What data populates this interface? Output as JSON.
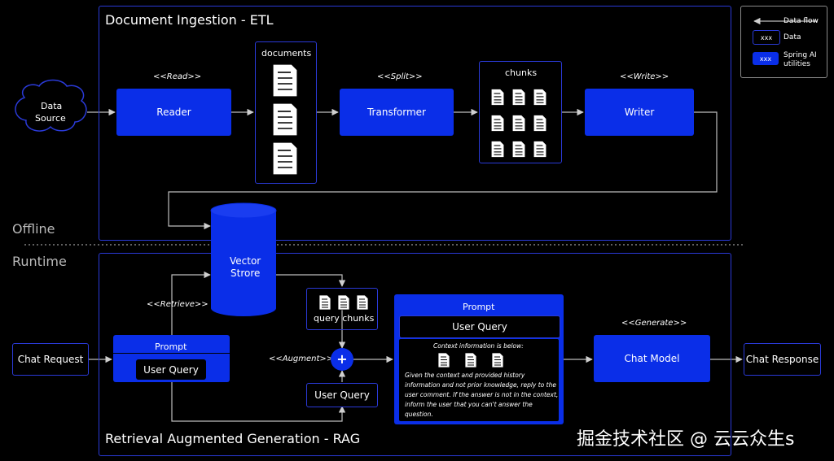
{
  "legend": {
    "data_flow": "Data flow",
    "data_sample": "xxx",
    "data": "Data",
    "utility_sample": "xxx",
    "utility_line1": "Spring AI",
    "utility_line2": "utilities"
  },
  "etl": {
    "title": "Document Ingestion - ETL",
    "data_source_line1": "Data",
    "data_source_line2": "Source",
    "read_stereotype": "<<Read>>",
    "reader": "Reader",
    "documents": "documents",
    "split_stereotype": "<<Split>>",
    "transformer": "Transformer",
    "chunks": "chunks",
    "write_stereotype": "<<Write>>",
    "writer": "Writer"
  },
  "zones": {
    "offline": "Offline",
    "runtime": "Runtime"
  },
  "vector_store": {
    "line1": "Vector",
    "line2": "Strore"
  },
  "rag": {
    "title": "Retrieval Augmented Generation - RAG",
    "chat_request": "Chat Request",
    "retrieve_stereotype": "<<Retrieve>>",
    "prompt_left_header": "Prompt",
    "prompt_left_query": "User Query",
    "query_chunks": "query chunks",
    "augment_stereotype": "<<Augment>>",
    "plus": "+",
    "user_query_bottom": "User Query",
    "prompt_right_header": "Prompt",
    "prompt_right_query": "User Query",
    "context_heading": "Context information is below:",
    "context_line1": "Given the context and provided history",
    "context_line2": "information and not prior knowledge, reply to the",
    "context_line3": "user comment. If the answer is not in the context,",
    "context_line4": "inform the user that you can't answer the",
    "context_line5": "question.",
    "generate_stereotype": "<<Generate>>",
    "chat_model": "Chat Model",
    "chat_response": "Chat Response"
  },
  "watermark": "掘金技术社区 @ 云云众生s",
  "colors": {
    "accent": "#0a2ee8",
    "border": "#2a3ad8",
    "background": "#000000"
  }
}
